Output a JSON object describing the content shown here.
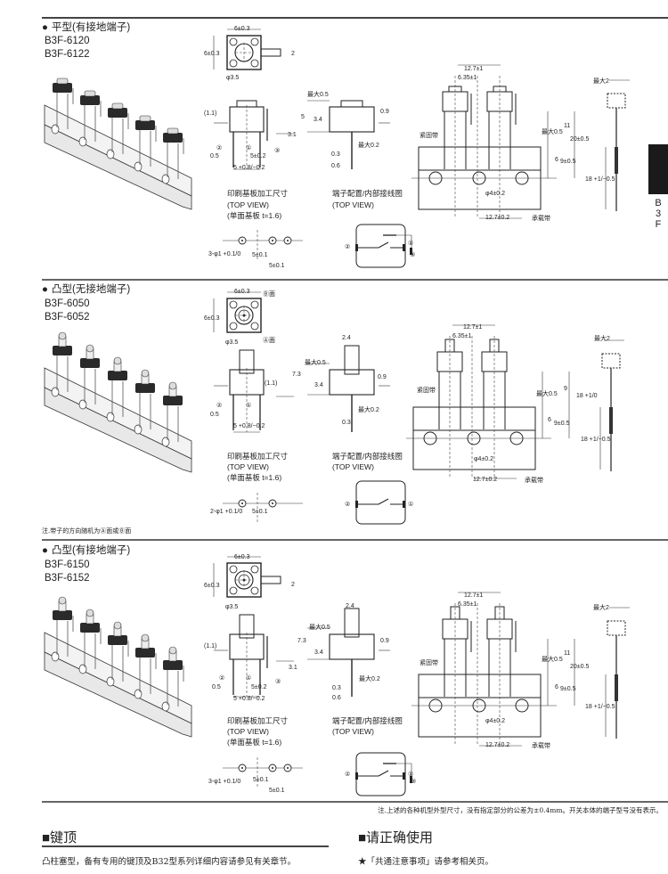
{
  "sections": [
    {
      "bullet": "●",
      "title": "平型(有接地端子)",
      "models": [
        "B3F-6120",
        "B3F-6122"
      ],
      "dims": {
        "top_w": "6±0.3",
        "top_h": "6±0.3",
        "tab": "2",
        "hole": "φ3.5",
        "side_gap": "(1.1)",
        "t2": "②",
        "t1": "①",
        "t3": "③",
        "pin_w": "0.5",
        "pitch_a": "5±0.2",
        "pitch_b": "5 +0.8/−0.2",
        "h31": "3.1",
        "max05": "最大0.5",
        "h5": "5",
        "h34": "3.4",
        "t09": "0.9",
        "max02": "最大0.2",
        "t03": "0.3",
        "t06": "0.6"
      },
      "pcb": {
        "title": "印刷基板加工尺寸",
        "view": "(TOP VIEW)",
        "board": "(单面基板 t=1.6)",
        "hole_spec": "3-φ1 +0.1/0",
        "p1": "5±0.1",
        "p2": "5±0.1"
      },
      "terminal": {
        "title": "端子配置/内部接线图",
        "view": "(TOP VIEW)",
        "t2": "②",
        "t1": "①",
        "t3": "③"
      },
      "tape": {
        "p127": "12.7±1",
        "p635": "6.35±1",
        "fix": "紧固带",
        "max05": "最大0.5",
        "h11": "11",
        "h20": "20±0.5",
        "h6": "6",
        "h9": "9±0.5",
        "h18": "18 +1/−0.5",
        "hole4": "φ4±0.2",
        "pitch": "12.7±0.2",
        "carrier": "承载带",
        "max2": "最大2"
      }
    },
    {
      "bullet": "●",
      "title": "凸型(无接地端子)",
      "models": [
        "B3F-6050",
        "B3F-6052"
      ],
      "dims": {
        "top_w": "6±0.3",
        "face_b": "Ⓑ面",
        "top_h": "6±0.3",
        "hole": "φ3.5",
        "face_a": "Ⓐ面",
        "side_gap": "(1.1)",
        "t2": "②",
        "t1": "①",
        "pin_w": "0.5",
        "pitch_b": "5 +0.8/−0.2",
        "w24": "2.4",
        "max05": "最大0.5",
        "h73": "7.3",
        "h34": "3.4",
        "t09": "0.9",
        "max02": "最大0.2",
        "t03": "0.3"
      },
      "pcb": {
        "title": "印刷基板加工尺寸",
        "view": "(TOP VIEW)",
        "board": "(单面基板 t=1.6)",
        "hole_spec": "2-φ1 +0.1/0",
        "p1": "5±0.1"
      },
      "terminal": {
        "title": "端子配置/内部接线图",
        "view": "(TOP VIEW)",
        "t2": "②",
        "t1": "①"
      },
      "note": "注.带子的方向随机为Ⓐ面或Ⓑ面",
      "tape": {
        "p127": "12.7±1",
        "p635": "6.35±1",
        "fix": "紧固带",
        "max05": "最大0.5",
        "h9top": "9",
        "h18top": "18 +1/0",
        "h6": "6",
        "h9": "9±0.5",
        "h18": "18 +1/−0.5",
        "hole4": "φ4±0.2",
        "pitch": "12.7±0.2",
        "carrier": "承载带",
        "max2": "最大2"
      }
    },
    {
      "bullet": "●",
      "title": "凸型(有接地端子)",
      "models": [
        "B3F-6150",
        "B3F-6152"
      ],
      "dims": {
        "top_w": "6±0.3",
        "top_h": "6±0.3",
        "tab": "2",
        "hole": "φ3.5",
        "side_gap": "(1.1)",
        "t2": "②",
        "t1": "①",
        "t3": "③",
        "pin_w": "0.5",
        "pitch_a": "5±0.2",
        "pitch_b": "5 +0.8/−0.2",
        "h31": "3.1",
        "w24": "2.4",
        "max05": "最大0.5",
        "h73": "7.3",
        "h34": "3.4",
        "t09": "0.9",
        "max02": "最大0.2",
        "t03": "0.3",
        "t06": "0.6"
      },
      "pcb": {
        "title": "印刷基板加工尺寸",
        "view": "(TOP VIEW)",
        "board": "(单面基板 t=1.6)",
        "hole_spec": "3-φ1 +0.1/0",
        "p1": "5±0.1",
        "p2": "5±0.1"
      },
      "terminal": {
        "title": "端子配置/内部接线图",
        "view": "(TOP VIEW)",
        "t2": "②",
        "t1": "①",
        "t3": "③"
      },
      "tape": {
        "p127": "12.7±1",
        "p635": "6.35±1",
        "fix": "紧固带",
        "max05": "最大0.5",
        "h11": "11",
        "h20": "20±0.5",
        "h6": "6",
        "h9": "9±0.5",
        "h18": "18 +1/−0.5",
        "hole4": "φ4±0.2",
        "pitch": "12.7±0.2",
        "carrier": "承载带",
        "max2": "最大2"
      }
    }
  ],
  "footer": {
    "note": "注.上述的各种机型外型尺寸，没有指定部分的公差为±0.4mm。开关本体的端子型号没有表示。",
    "keytop": {
      "heading": "■键顶",
      "text": "凸柱塞型，备有专用的键顶及B32型系列详细内容请参见有关章节。"
    },
    "usage": {
      "heading": "■请正确使用",
      "text": "★「共通注意事项」请参考相关页。"
    }
  },
  "side_tab": {
    "letters": [
      "B",
      "3",
      "F"
    ]
  }
}
